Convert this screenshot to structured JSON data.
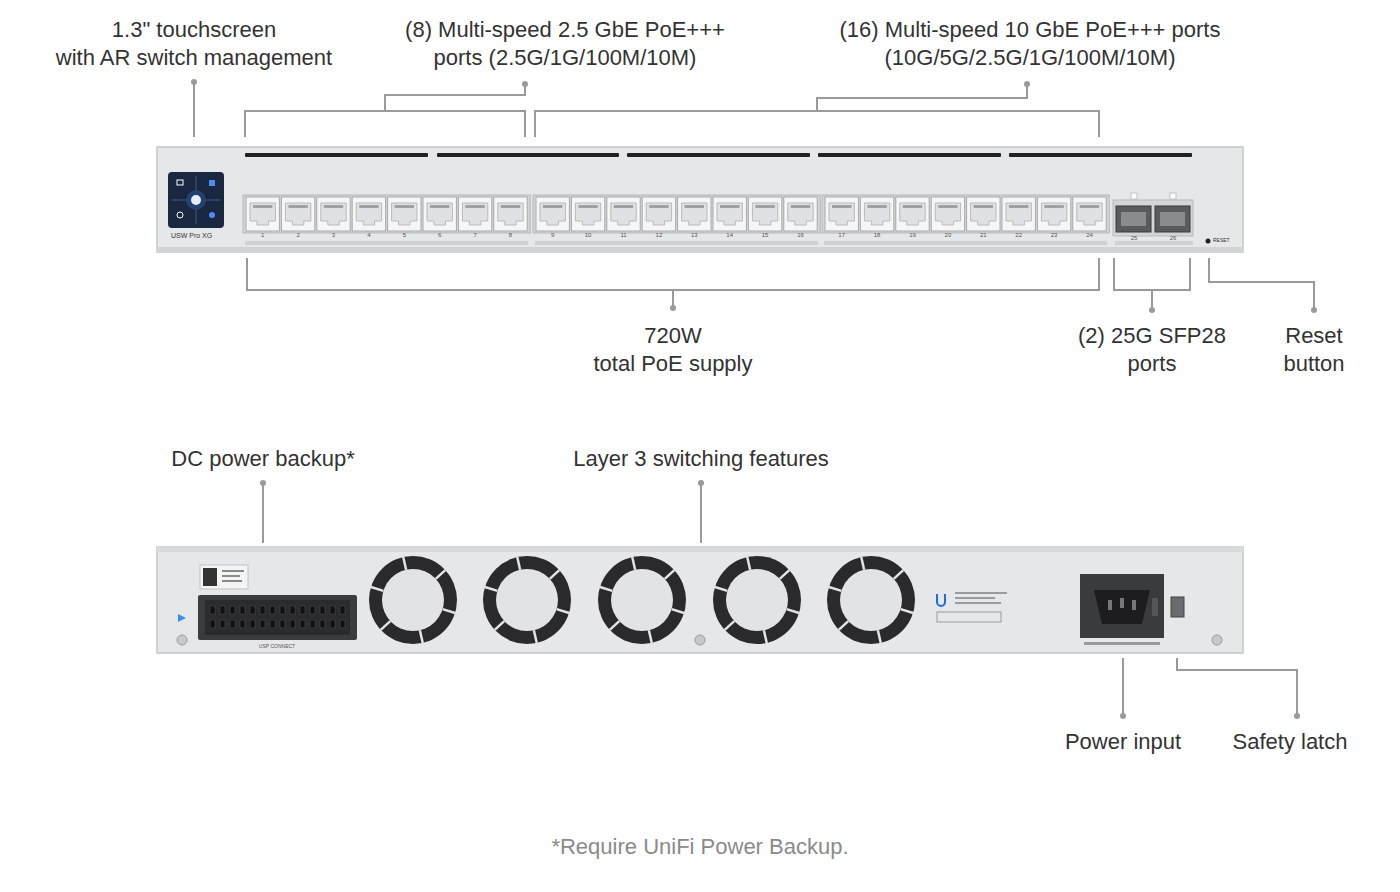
{
  "diagram": {
    "caption": "*Require UniFi Power Backup.",
    "labels": [
      "1.3\" touchscreen with AR switch management",
      "(8) Multi-speed 2.5 GbE PoE+++ ports (2.5G/1G/100M/10M)",
      "(16) Multi-speed 10 GbE PoE+++ ports (10G/5G/2.5G/1G/100M/10M)",
      "720W total PoE supply",
      "(2) 25G SFP28 ports",
      "Reset button",
      "DC power backup*",
      "Layer 3 switching features",
      "Power input",
      "Safety latch",
      "USW Pro XG",
      "1",
      "2",
      "3",
      "4",
      "5",
      "6",
      "7",
      "8",
      "9",
      "10",
      "11",
      "12",
      "13",
      "14",
      "15",
      "16",
      "17",
      "18",
      "19",
      "20",
      "21",
      "22",
      "23",
      "24",
      "25",
      "26",
      "RESET",
      "USP CONNECT"
    ]
  }
}
